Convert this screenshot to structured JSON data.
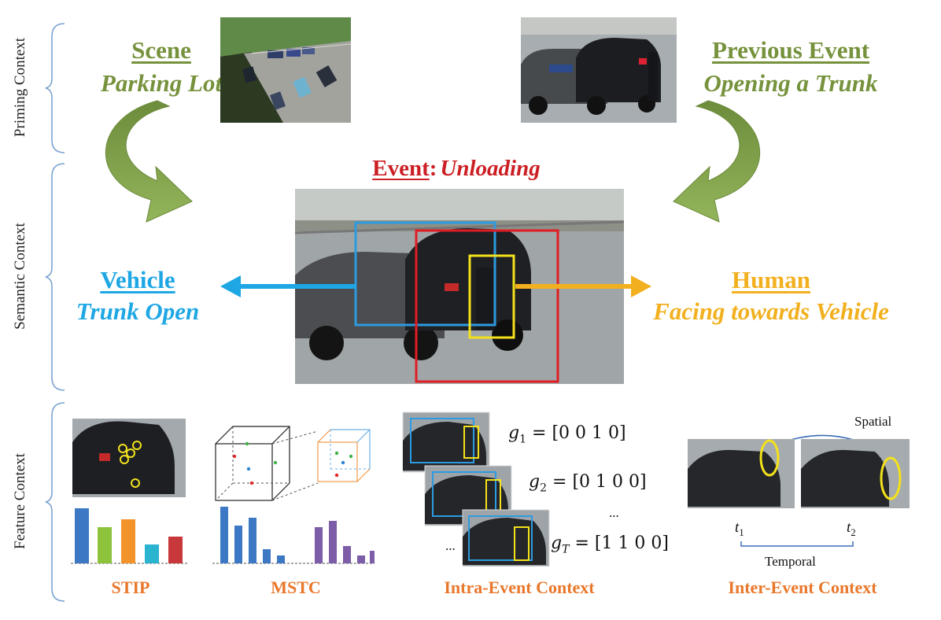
{
  "sections": {
    "priming": "Priming Context",
    "semantic": "Semantic Context",
    "feature": "Feature Context"
  },
  "scene": {
    "title": "Scene",
    "value": "Parking Lot"
  },
  "previous_event": {
    "title": "Previous Event",
    "value": "Opening a Trunk"
  },
  "event": {
    "title": "Event",
    "colon": ":",
    "value": "Unloading"
  },
  "vehicle": {
    "title": "Vehicle",
    "value": "Trunk Open"
  },
  "human": {
    "title": "Human",
    "value": "Facing towards Vehicle"
  },
  "features": {
    "stip": "STIP",
    "mstc": "MSTC",
    "intra": "Intra-Event Context",
    "inter": "Inter-Event Context"
  },
  "formulas": {
    "g1_lhs": "g",
    "g1_sub": "1",
    "g1_rhs": "= [0 0 1 0]",
    "g2_lhs": "g",
    "g2_sub": "2",
    "g2_rhs": "= [0 1 0 0]",
    "gT_lhs": "g",
    "gT_sub": "T",
    "gT_rhs": "= [1 1 0 0]",
    "dots": "...",
    "dots_left": "..."
  },
  "inter_event": {
    "spatial": "Spatial",
    "temporal": "Temporal",
    "t1": "t",
    "t1_sub": "1",
    "t2": "t",
    "t2_sub": "2"
  },
  "colors": {
    "green": "#76923c",
    "blue": "#1ea7e4",
    "orange": "#f2b01e",
    "red": "#cc1f24",
    "feature_orange": "#e9772a"
  }
}
